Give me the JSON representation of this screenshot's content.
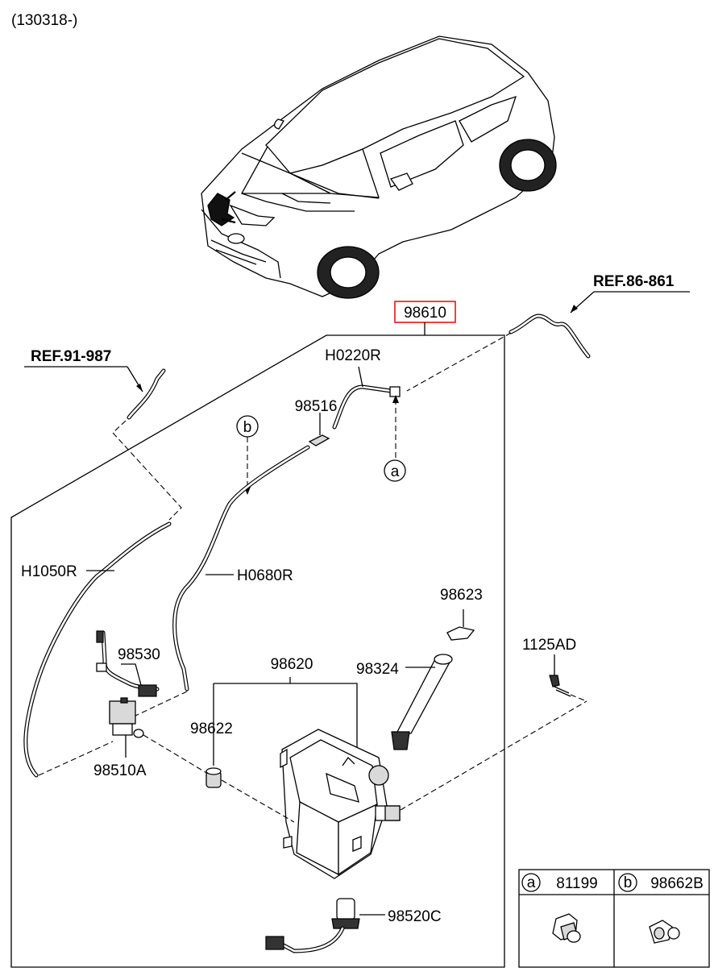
{
  "header": {
    "date_code": "(130318-)"
  },
  "assembly": {
    "code": "98610",
    "highlight_color": "#e8131b"
  },
  "references": [
    {
      "id": "ref-86-861",
      "text": "REF.86-861"
    },
    {
      "id": "ref-91-987",
      "text": "REF.91-987"
    }
  ],
  "parts": {
    "h0220r": "H0220R",
    "p98516": "98516",
    "h1050r": "H1050R",
    "h0680r": "H0680R",
    "p98530": "98530",
    "p98510a": "98510A",
    "p98620": "98620",
    "p98622": "98622",
    "p98623": "98623",
    "p98324": "98324",
    "p1125ad": "1125AD",
    "p98520c": "98520C"
  },
  "callouts": {
    "a": "a",
    "b": "b"
  },
  "legend": {
    "items": [
      {
        "letter": "a",
        "part": "81199"
      },
      {
        "letter": "b",
        "part": "98662B"
      }
    ]
  }
}
